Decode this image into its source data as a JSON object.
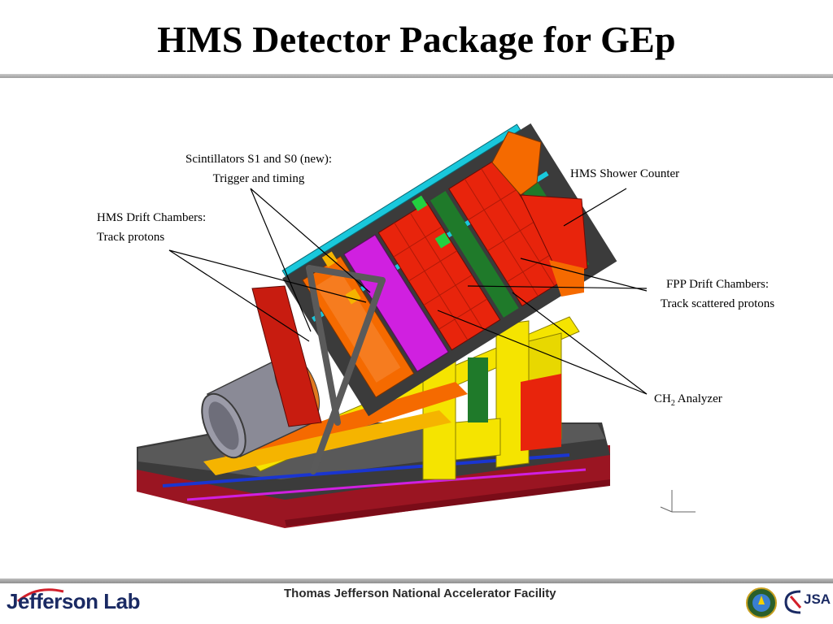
{
  "title": "HMS Detector Package for GEp",
  "callouts": {
    "scintillators": {
      "line1": "Scintillators S1 and S0 (new):",
      "line2": "Trigger and timing"
    },
    "drift_chambers": {
      "line1": "HMS Drift Chambers:",
      "line2": "Track protons"
    },
    "shower_counter": {
      "line1": "HMS Shower Counter"
    },
    "fpp_chambers": {
      "line1": "FPP Drift Chambers:",
      "line2": "Track scattered protons"
    },
    "analyzer": {
      "prefix": "CH",
      "subscript": "2",
      "suffix": " Analyzer"
    }
  },
  "footer": {
    "logo_text": "Jefferson Lab",
    "facility": "Thomas Jefferson National Accelerator Facility",
    "partner_logo_text": "JSA"
  },
  "colors": {
    "frame_red": "#e8240c",
    "frame_orange": "#f56a00",
    "frame_yellow": "#f5e400",
    "chamber_magenta": "#d020e0",
    "chamber_green": "#1f7a2a",
    "beam_cyan": "#19c8dc",
    "pipe_gray": "#7f7f8c",
    "base_dark": "#3a3a3a",
    "base_red": "#b01020",
    "logo_blue": "#1a2a63",
    "logo_red": "#d21f2a"
  },
  "icons": {
    "logo_swoosh": "jlab-swoosh-icon",
    "doe_seal": "doe-seal-icon",
    "jsa_logo": "jsa-logo-icon",
    "axis_triad": "axis-triad-icon"
  }
}
